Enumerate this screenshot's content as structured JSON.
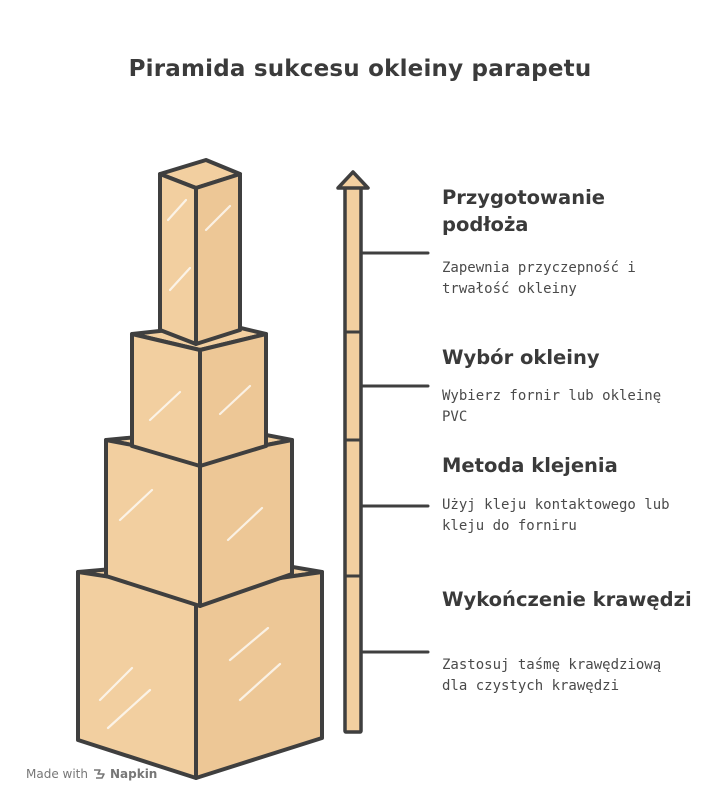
{
  "title": "Piramida sukcesu okleiny parapetu",
  "steps": [
    {
      "title": "Przygotowanie podłoża",
      "description": "Zapewnia przyczepność i trwałość okleiny"
    },
    {
      "title": "Wybór okleiny",
      "description": "Wybierz fornir lub okleinę PVC"
    },
    {
      "title": "Metoda klejenia",
      "description": "Użyj kleju kontaktowego lub kleju do forniru"
    },
    {
      "title": "Wykończenie krawędzi",
      "description": "Zastosuj taśmę krawędziową dla czystych krawędzi"
    }
  ],
  "footer": {
    "made_with": "Made with",
    "brand": "Napkin"
  },
  "colors": {
    "block_face": "#F2CFA0",
    "block_side": "#EDC796",
    "outline": "#3f3f3f",
    "arrow": "#F2CFA0"
  },
  "icons": {
    "brand_logo": "napkin-logo-icon"
  }
}
